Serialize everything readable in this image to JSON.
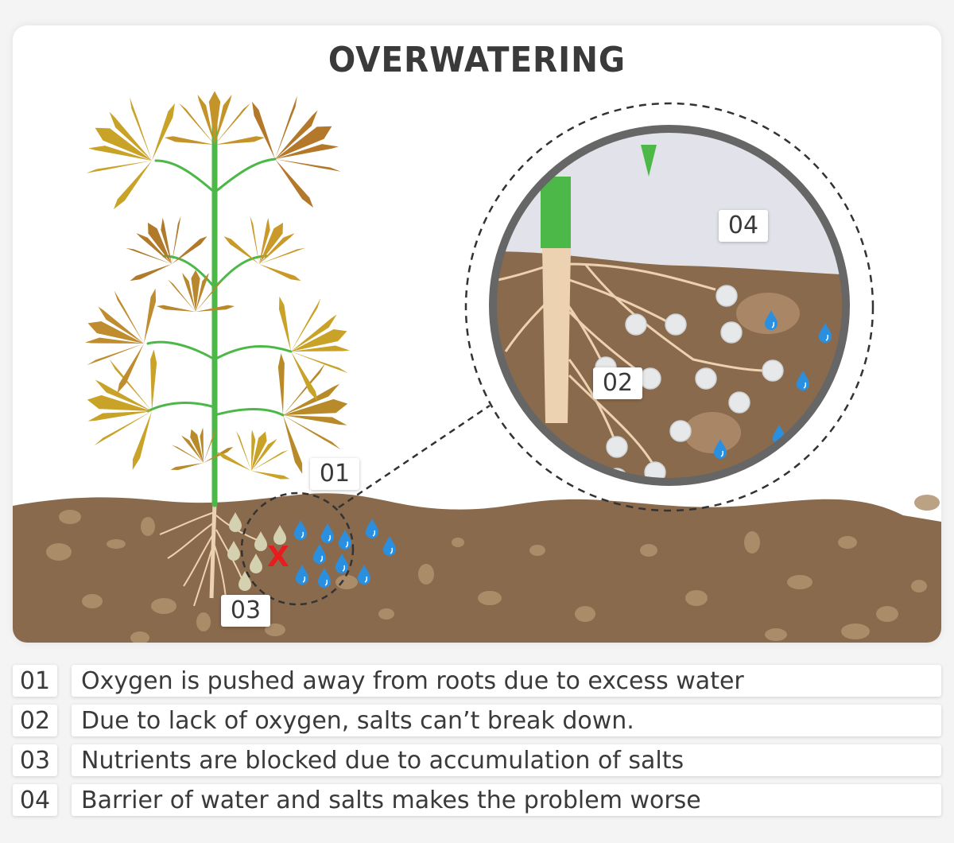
{
  "title": "OVERWATERING",
  "diagram": {
    "callouts": [
      {
        "id": "01",
        "label": "01"
      },
      {
        "id": "02",
        "label": "02"
      },
      {
        "id": "03",
        "label": "03"
      },
      {
        "id": "04",
        "label": "04"
      }
    ],
    "blocked_marker": "X",
    "colors": {
      "soil": "#8a6a4c",
      "soil_speck": "#b0926f",
      "stem": "#4cb848",
      "root": "#ecd2b0",
      "water_drop": "#2b8fe0",
      "salt_ball": "#e6e8ea",
      "nutrient_drop": "#d4d1b0",
      "leaf_yellow": "#c9a228",
      "leaf_brown": "#a8632a",
      "magnifier_ring": "#666666",
      "barrier_water": "#e2e3ea",
      "x_mark": "#e81c1c"
    }
  },
  "legend": [
    {
      "num": "01",
      "text": "Oxygen is pushed away from roots due to excess water"
    },
    {
      "num": "02",
      "text": "Due to lack of oxygen, salts can’t break down."
    },
    {
      "num": "03",
      "text": "Nutrients are blocked due to accumulation of salts"
    },
    {
      "num": "04",
      "text": "Barrier of water and salts makes the problem worse"
    }
  ]
}
